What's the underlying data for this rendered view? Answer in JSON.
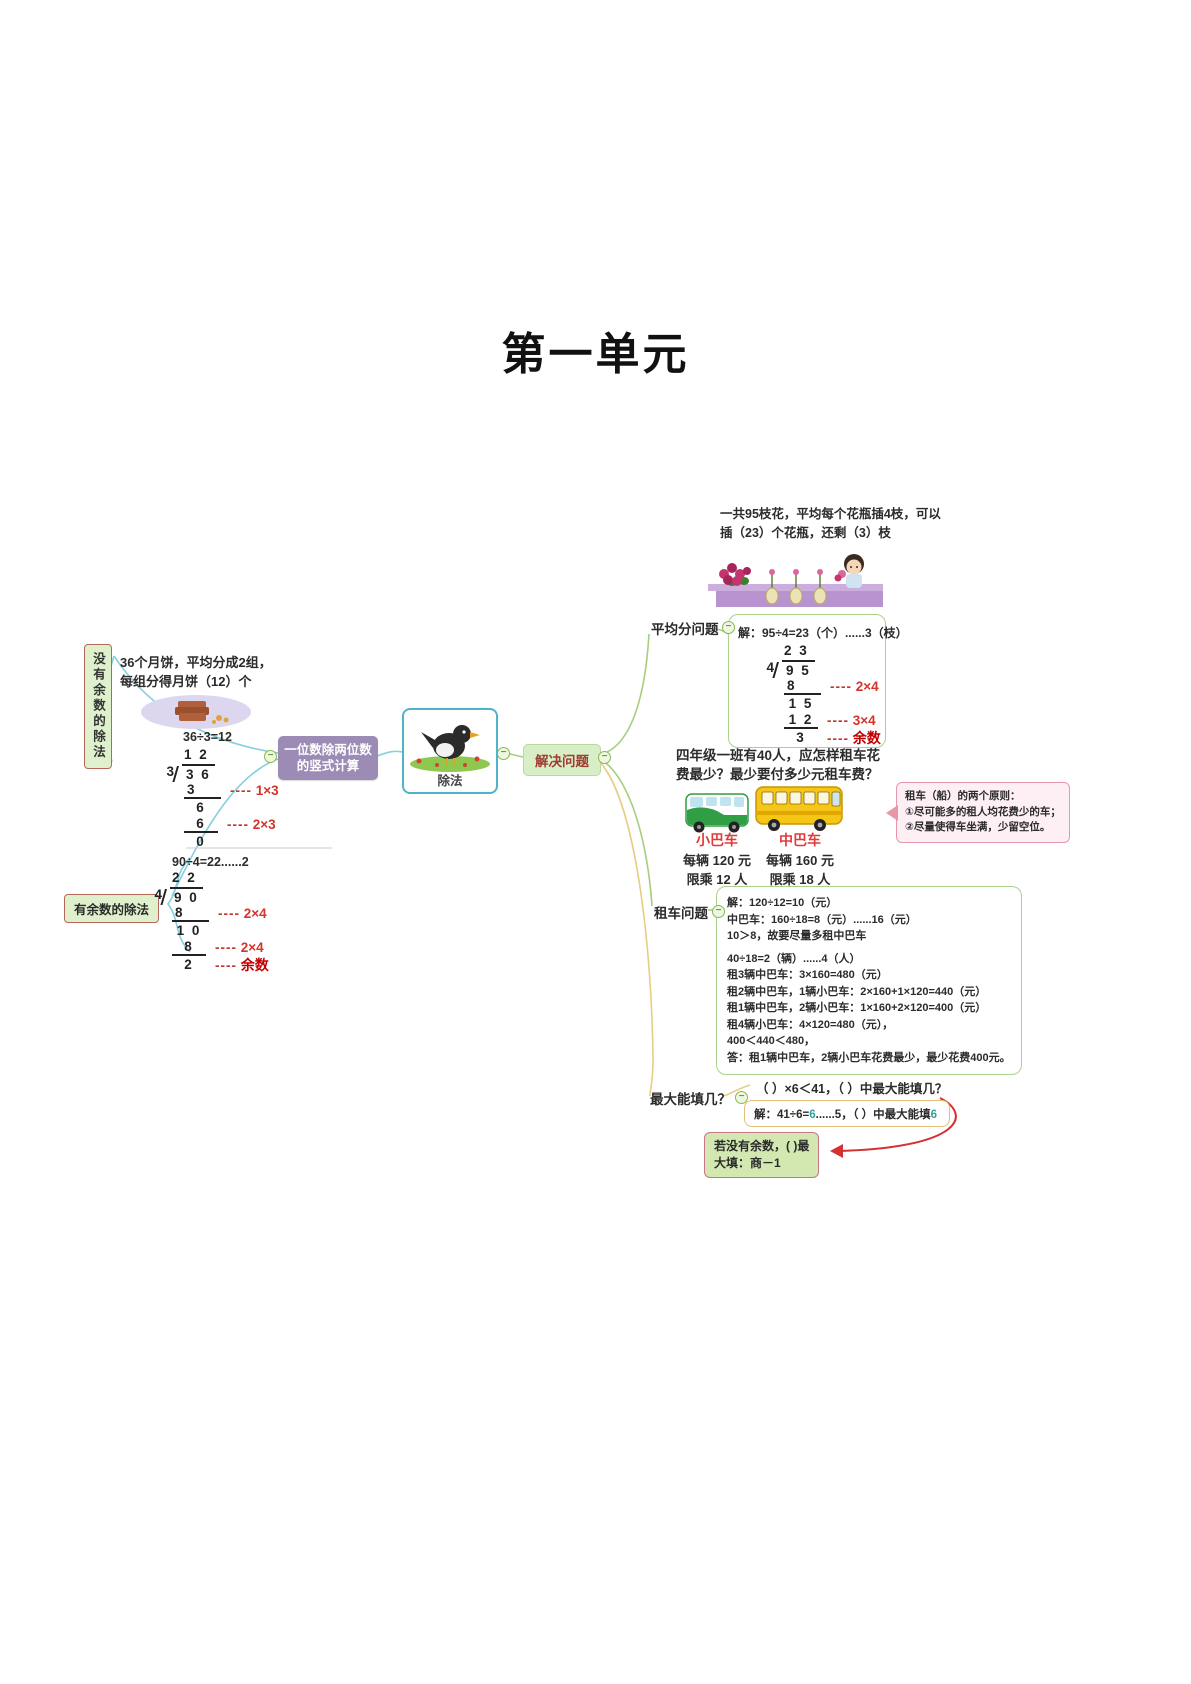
{
  "title": "第一单元",
  "icons": {
    "minus": "−"
  },
  "dash": "----",
  "colors": {
    "annotation_red": "#d4342a",
    "remainder_red": "#c00000",
    "bus_name_red": "#e03a3a",
    "highlight_teal": "#2fa39a",
    "purple_node_fill": "#9c8cb5",
    "center_border_teal": "#4fb3cc",
    "branch_green": "#a5cf7f",
    "branch_teal": "#86cfdd",
    "branch_yellow": "#e6cd84"
  },
  "center": {
    "label": "除法"
  },
  "left": {
    "node_line1": "一位数除两位数",
    "node_line2": "的竖式计算",
    "no_remainder": {
      "label": "没有余数的除法",
      "problem_line1": "36个月饼，平均分成2组，",
      "problem_line2": "每组分得月饼（12）个",
      "equation": "36÷3=12",
      "division": {
        "quotient": "1 2",
        "divisor": "3",
        "dividend": "3 6",
        "steps": [
          {
            "value": "3",
            "note": "1×3"
          },
          {
            "value": "6",
            "note": ""
          },
          {
            "value": "6",
            "note": "2×3"
          },
          {
            "value": "0",
            "note": ""
          }
        ]
      }
    },
    "with_remainder": {
      "label": "有余数的除法",
      "equation": "90÷4=22......2",
      "division": {
        "quotient": "2 2",
        "divisor": "4",
        "dividend": "9 0",
        "steps": [
          {
            "value": "8",
            "note": "2×4"
          },
          {
            "value": "1 0",
            "note": ""
          },
          {
            "value": "8",
            "note": "2×4"
          },
          {
            "value": "2",
            "note": "余数"
          }
        ]
      }
    }
  },
  "right": {
    "node_label": "解决问题",
    "average": {
      "label": "平均分问题",
      "problem_line1": "一共95枝花，平均每个花瓶插4枝，可以",
      "problem_line2": "插（23）个花瓶，还剩（3）枝",
      "solution": "解：95÷4=23（个）......3（枝）",
      "division": {
        "quotient": "2 3",
        "divisor": "4",
        "dividend": "9 5",
        "steps": [
          {
            "value": "8",
            "note": "2×4"
          },
          {
            "value": "1 5",
            "note": ""
          },
          {
            "value": "1 2",
            "note": "3×4"
          },
          {
            "value": "3",
            "note": "余数"
          }
        ]
      }
    },
    "rental": {
      "label": "租车问题",
      "problem_line1": "四年级一班有40人，应怎样租车花",
      "problem_line2": "费最少？最少要付多少元租车费？",
      "small_bus": {
        "name": "小巴车",
        "price": "每辆 120 元",
        "capacity": "限乘 12 人"
      },
      "medium_bus": {
        "name": "中巴车",
        "price": "每辆 160 元",
        "capacity": "限乘 18 人"
      },
      "principles": {
        "line1": "租车（船）的两个原则：",
        "line2": "①尽可能多的租人均花费少的车；",
        "line3": "②尽量使得车坐满，少留空位。"
      },
      "solution_top": [
        "解：120÷12=10（元）",
        "中巴车：160÷18=8（元）......16（元）",
        "10＞8，故要尽量多租中巴车"
      ],
      "solution_bottom": [
        "40÷18=2（辆）......4（人）",
        "租3辆中巴车：3×160=480（元）",
        "租2辆中巴车，1辆小巴车：2×160+1×120=440（元）",
        "租1辆中巴车，2辆小巴车：1×160+2×120=400（元）",
        "租4辆小巴车：4×120=480（元），",
        "400＜440＜480，",
        "答：租1辆中巴车，2辆小巴车花费最少，最少花费400元。"
      ]
    },
    "max_fill": {
      "label": "最大能填几？",
      "question": "（ ）×6＜41，（ ）中最大能填几？",
      "sol_prefix": "解：41÷6=",
      "sol_hl1": "6",
      "sol_mid": "......5，（ ）中最大能填",
      "sol_hl2": "6",
      "note_line1": "若没有余数，( )最",
      "note_line2": "大填：商－1"
    }
  }
}
